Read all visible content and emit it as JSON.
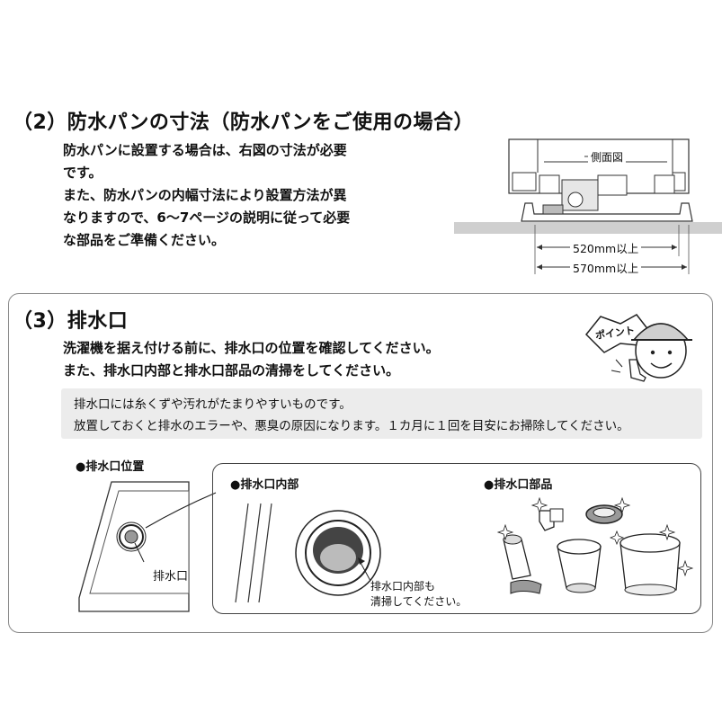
{
  "section2": {
    "heading": "（2）防水パンの寸法（防水パンをご使用の場合）",
    "paragraph_lines": [
      "防水パンに設置する場合は、右図の寸法が必要",
      "です。",
      "また、防水パンの内幅寸法により設置方法が異",
      "なりますので、6～7ページの説明に従って必要",
      "な部品をご準備ください。"
    ],
    "side_view_label": "側面図",
    "dim_inner": "520mm以上",
    "dim_outer": "570mm以上"
  },
  "section3": {
    "heading": "（3）排水口",
    "point_badge": "ポイント",
    "intro_lines": [
      "洗濯機を据え付ける前に、排水口の位置を確認してください。",
      "また、排水口内部と排水口部品の清掃をしてください。"
    ],
    "note_lines": [
      "排水口には糸くずや汚れがたまりやすいものです。",
      "放置しておくと排水のエラーや、悪臭の原因になります。１カ月に１回を目安にお掃除してください。"
    ],
    "figure_position": {
      "caption": "●排水口位置",
      "label": "排水口"
    },
    "figure_inside": {
      "caption": "●排水口内部",
      "label_lines": [
        "排水口内部も",
        "清掃してください。"
      ]
    },
    "figure_parts": {
      "caption": "●排水口部品"
    }
  }
}
